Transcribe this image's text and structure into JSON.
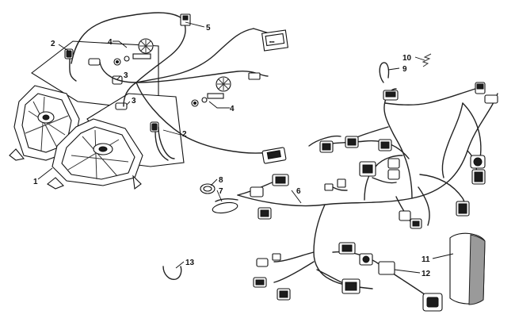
{
  "diagram": {
    "callouts": [
      {
        "id": "c1",
        "label": "1"
      },
      {
        "id": "c2a",
        "label": "2"
      },
      {
        "id": "c2b",
        "label": "2"
      },
      {
        "id": "c3a",
        "label": "3"
      },
      {
        "id": "c3b",
        "label": "3"
      },
      {
        "id": "c4a",
        "label": "4"
      },
      {
        "id": "c4b",
        "label": "4"
      },
      {
        "id": "c5",
        "label": "5"
      },
      {
        "id": "c6",
        "label": "6"
      },
      {
        "id": "c7",
        "label": "7"
      },
      {
        "id": "c8",
        "label": "8"
      },
      {
        "id": "c9",
        "label": "9"
      },
      {
        "id": "c10",
        "label": "10"
      },
      {
        "id": "c11",
        "label": "11"
      },
      {
        "id": "c12",
        "label": "12"
      },
      {
        "id": "c13",
        "label": "13"
      }
    ]
  }
}
